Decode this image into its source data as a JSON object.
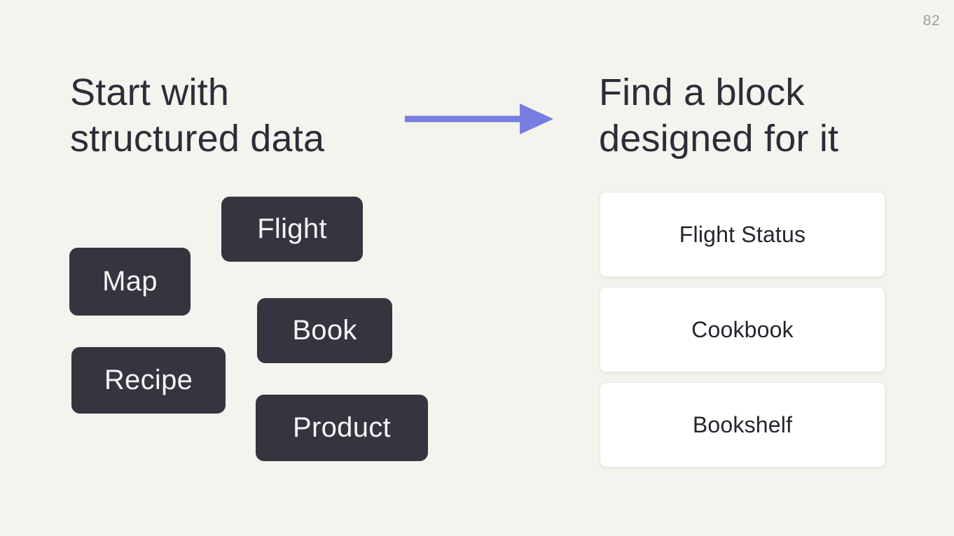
{
  "page_number": "82",
  "left": {
    "heading": "Start with\nstructured data",
    "chips": [
      {
        "label": "Flight"
      },
      {
        "label": "Map"
      },
      {
        "label": "Book"
      },
      {
        "label": "Recipe"
      },
      {
        "label": "Product"
      }
    ]
  },
  "right": {
    "heading": "Find a block\ndesigned for it",
    "cards": [
      {
        "label": "Flight Status"
      },
      {
        "label": "Cookbook"
      },
      {
        "label": "Bookshelf"
      }
    ]
  },
  "colors": {
    "background": "#f2f4ed",
    "heading_text": "#2d2c38",
    "chip_bg": "#35343f",
    "chip_text": "#f4f4f4",
    "card_bg": "#ffffff",
    "card_border": "#e7e9e1",
    "card_text": "#26252e",
    "arrow": "#787de1",
    "page_number": "#9e9e9e"
  }
}
